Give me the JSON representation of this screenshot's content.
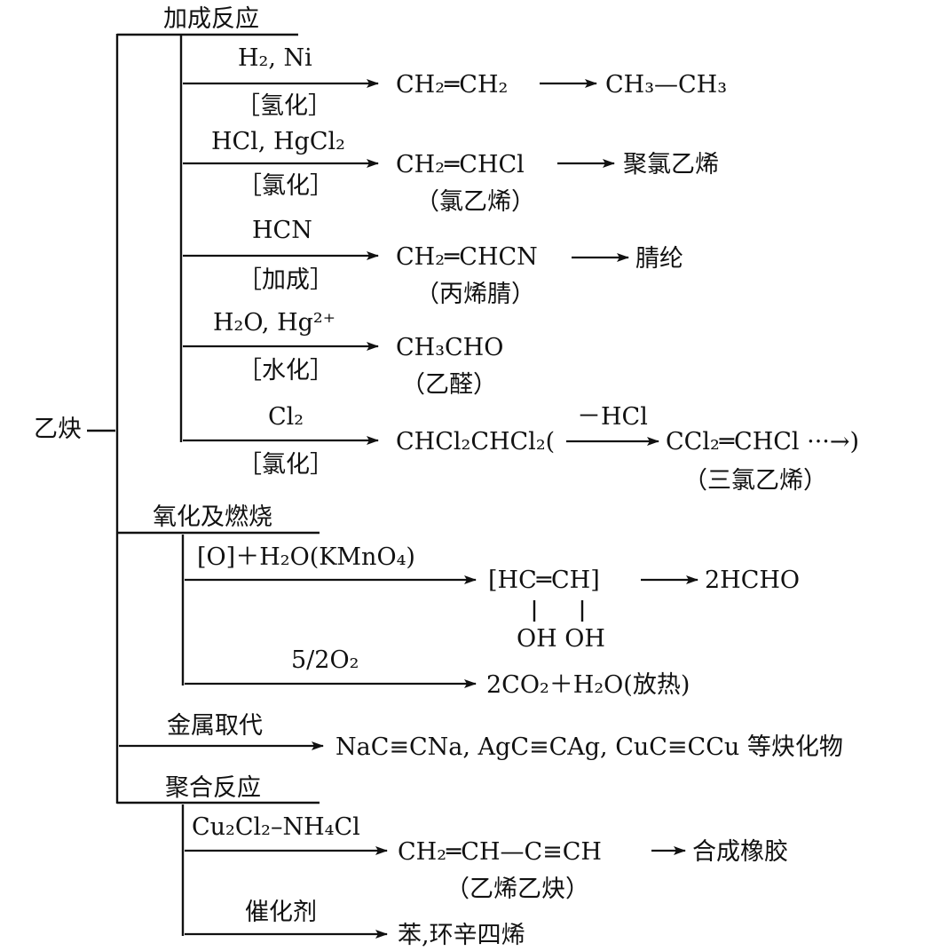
{
  "root": "乙炔",
  "groups": {
    "addition": "加成反应",
    "oxidation": "氧化及燃烧",
    "metal": "金属取代",
    "polymer": "聚合反应"
  },
  "addition": {
    "h2": {
      "reagent": "H₂, Ni",
      "condition": "［氢化］",
      "product": "CH₂═CH₂",
      "final": "CH₃—CH₃"
    },
    "hcl": {
      "reagent": "HCl, HgCl₂",
      "condition": "［氯化］",
      "product": "CH₂═CHCl",
      "final": "聚氯乙烯",
      "name": "（氯乙烯）"
    },
    "hcn": {
      "reagent": "HCN",
      "condition": "［加成］",
      "product": "CH₂═CHCN",
      "final": "腈纶",
      "name": "（丙烯腈）"
    },
    "h2o": {
      "reagent": "H₂O, Hg²⁺",
      "condition": "［水化］",
      "product": "CH₃CHO",
      "name": "（乙醛）"
    },
    "cl2": {
      "reagent": "Cl₂",
      "condition": "［氯化］",
      "product": "CHCl₂CHCl₂(",
      "step_reagent": "－HCl",
      "step_product": "CCl₂═CHCl ···→)",
      "name": "（三氯乙烯）"
    }
  },
  "oxidation": {
    "kmno4": {
      "reagent": "[O]＋H₂O(KMnO₄)",
      "intermediate": "[HC═CH]",
      "oh": "OH OH",
      "final": "2HCHO"
    },
    "combustion": {
      "reagent": "5/2O₂",
      "product": "2CO₂＋H₂O(放热)"
    }
  },
  "metal": {
    "products": "NaC≡CNa, AgC≡CAg, CuC≡CCu 等炔化物"
  },
  "polymer": {
    "vinylacetylene": {
      "reagent": "Cu₂Cl₂–NH₄Cl",
      "product": "CH₂═CH—C≡CH",
      "final": "合成橡胶",
      "name": "（乙烯乙炔）"
    },
    "catalyst": {
      "reagent": "催化剂",
      "product": "苯,环辛四烯"
    }
  }
}
